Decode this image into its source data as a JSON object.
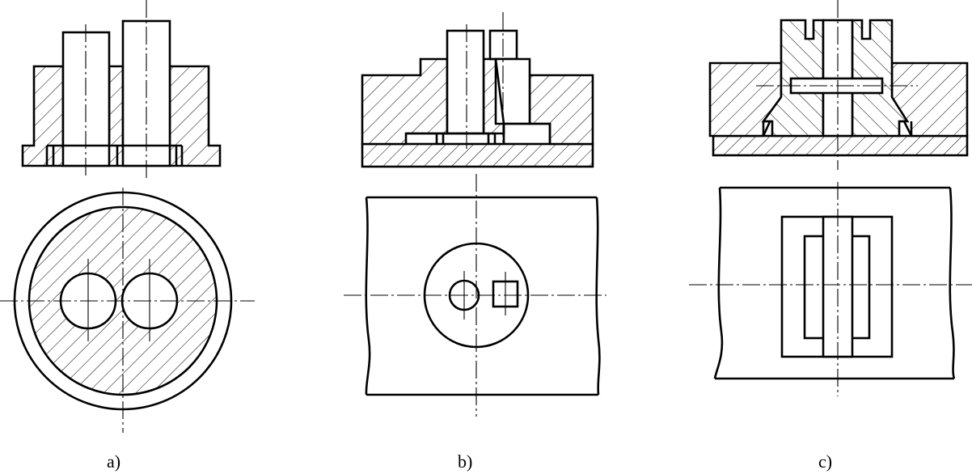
{
  "figure": {
    "panels": [
      {
        "id": "a",
        "label": "a)"
      },
      {
        "id": "b",
        "label": "b)"
      },
      {
        "id": "c",
        "label": "c)"
      }
    ]
  }
}
